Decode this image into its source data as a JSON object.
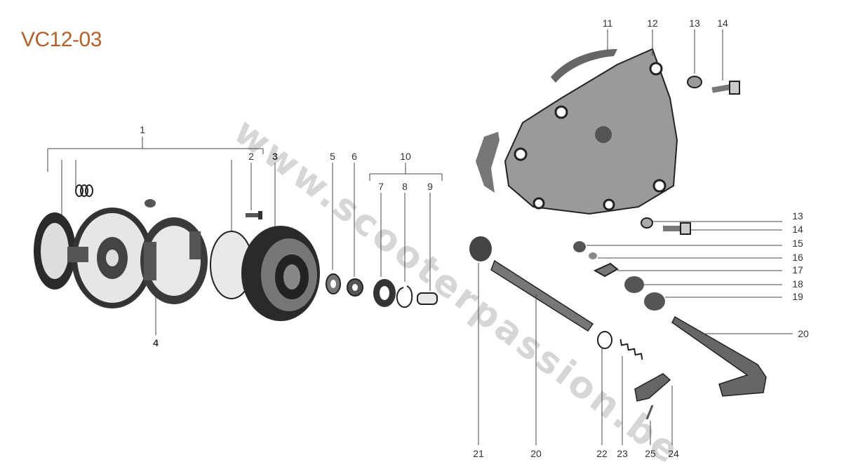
{
  "title": "VC12-03",
  "watermark": "www.scooterpassion.be",
  "callouts": {
    "c1": "1",
    "c2": "2",
    "c3": "3",
    "c4": "4",
    "c5": "5",
    "c6": "6",
    "c7": "7",
    "c8": "8",
    "c9": "9",
    "c10": "10",
    "c11": "11",
    "c12": "12",
    "c13a": "13",
    "c14a": "14",
    "c13b": "13",
    "c14b": "14",
    "c15": "15",
    "c16": "16",
    "c17": "17",
    "c18": "18",
    "c19": "19",
    "c20a": "20",
    "c20b": "20",
    "c21": "21",
    "c22": "22",
    "c23": "23",
    "c24": "24",
    "c25": "25"
  },
  "colors": {
    "title": "#b5602a",
    "ink": "#222222",
    "watermark": "#d6d6d6"
  }
}
